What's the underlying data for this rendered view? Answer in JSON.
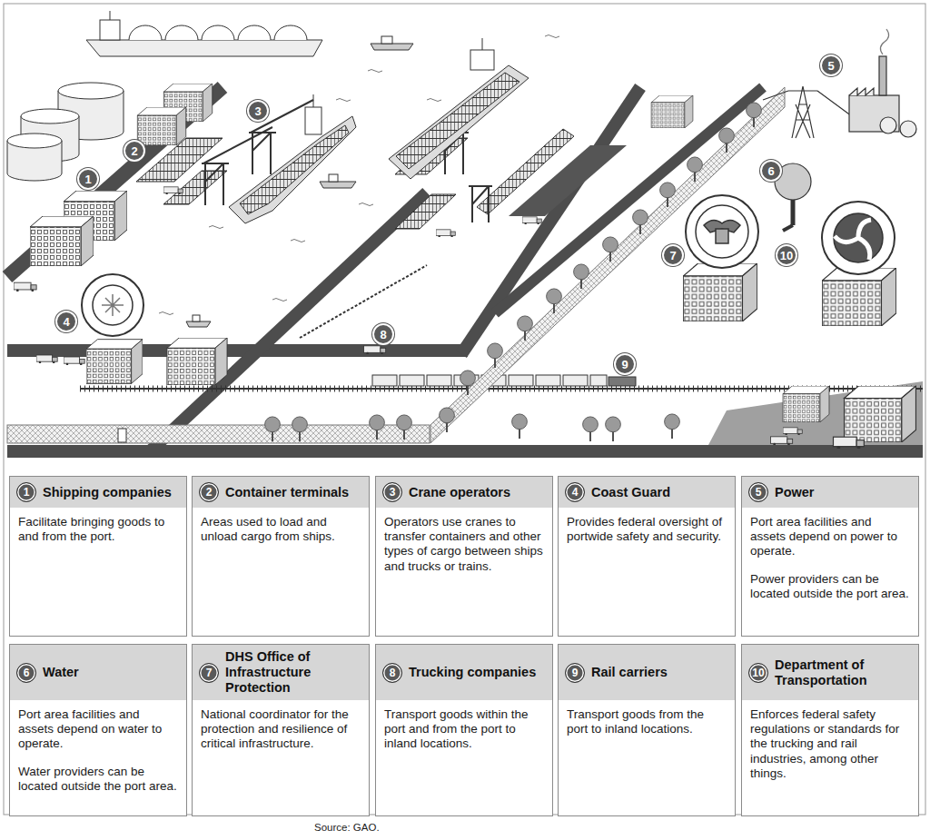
{
  "diagram": {
    "nodes": [
      {
        "text": [
          "1",
          "Shipping companies",
          "Facilitate bringing goods to and from the port."
        ]
      },
      {
        "text": [
          "2",
          "Container terminals",
          "Areas used to load and unload cargo from ships."
        ]
      },
      {
        "text": [
          "3",
          "Crane operators",
          "Operators use cranes to transfer containers and other types of cargo between ships and trucks or trains."
        ]
      },
      {
        "text": [
          "4",
          "Coast Guard",
          "Provides federal oversight of portwide safety and security."
        ]
      },
      {
        "text": [
          "5",
          "Power",
          "Port area facilities and assets depend on power to operate.",
          "Power providers can be located outside the port area."
        ]
      },
      {
        "text": [
          "6",
          "Water",
          "Port area facilities and assets depend on water to operate.",
          "Water providers can be located outside the port area."
        ]
      },
      {
        "text": [
          "7",
          "DHS Office of Infrastructure Protection",
          "National coordinator for the protection and resilience of critical infrastructure."
        ]
      },
      {
        "text": [
          "8",
          "Trucking companies",
          "Transport goods within the port and from the port to inland locations."
        ]
      },
      {
        "text": [
          "9",
          "Rail carriers",
          "Transport goods from the port to inland locations."
        ]
      },
      {
        "text": [
          "10",
          "Department of Transportation",
          "Enforces federal safety regulations or standards for the trucking and rail industries, among other things."
        ]
      }
    ],
    "labels": [
      "1",
      "2",
      "3",
      "4",
      "5",
      "6",
      "7",
      "8",
      "9",
      "10",
      "Source: GAO."
    ]
  }
}
